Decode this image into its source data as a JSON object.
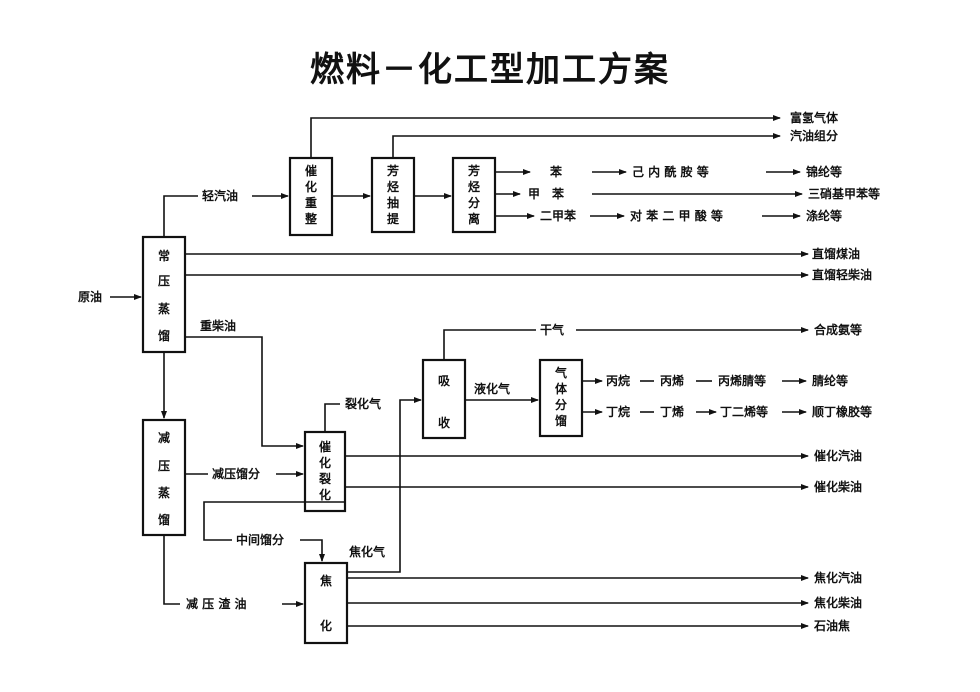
{
  "title": "燃料－化工型加工方案",
  "feed": "原油",
  "units": {
    "atmos": [
      "常",
      "压",
      "蒸",
      "馏"
    ],
    "vacuum": [
      "减",
      "压",
      "蒸",
      "馏"
    ],
    "reform": [
      "催",
      "化",
      "重",
      "整"
    ],
    "extract": [
      "芳",
      "烃",
      "抽",
      "提"
    ],
    "aroseparate": [
      "芳",
      "烃",
      "分",
      "离"
    ],
    "fcc": [
      "催",
      "化",
      "裂",
      "化"
    ],
    "absorb": [
      "吸",
      "收"
    ],
    "gassep": [
      "气",
      "体",
      "分",
      "馏"
    ],
    "coking": [
      "焦",
      "化"
    ]
  },
  "streams": {
    "light_naphtha": "轻汽油",
    "heavy_diesel": "重柴油",
    "vacuum_distillate": "减压馏分",
    "middle_distillate": "中间馏分",
    "vacuum_residue": "减 压 渣 油",
    "cracked_gas": "裂化气",
    "coker_gas": "焦化气",
    "liquefied_gas": "液化气",
    "benzene": "苯",
    "toluene": "甲　苯",
    "xylene": "二甲苯",
    "dry_gas": "干气",
    "propane": "丙烷",
    "propylene": "丙烯",
    "butane": "丁烷",
    "butene": "丁烯"
  },
  "intermediates": {
    "caprolactam": "己 内 酰 胺 等",
    "pta": "对 苯 二 甲 酸 等",
    "acrylonitrile": "丙烯腈等",
    "butadiene": "丁二烯等"
  },
  "products": {
    "hydrogen_gas": "富氢气体",
    "gasoline_comp": "汽油组分",
    "nylon": "锦纶等",
    "tnt": "三硝基甲苯等",
    "polyester": "涤纶等",
    "sr_kerosene": "直馏煤油",
    "sr_light_diesel": "直馏轻柴油",
    "ammonia": "合成氨等",
    "acrylic": "腈纶等",
    "br_rubber": "顺丁橡胶等",
    "fcc_gasoline": "催化汽油",
    "fcc_diesel": "催化柴油",
    "coker_gasoline": "焦化汽油",
    "coker_diesel": "焦化柴油",
    "petroleum_coke": "石油焦"
  }
}
